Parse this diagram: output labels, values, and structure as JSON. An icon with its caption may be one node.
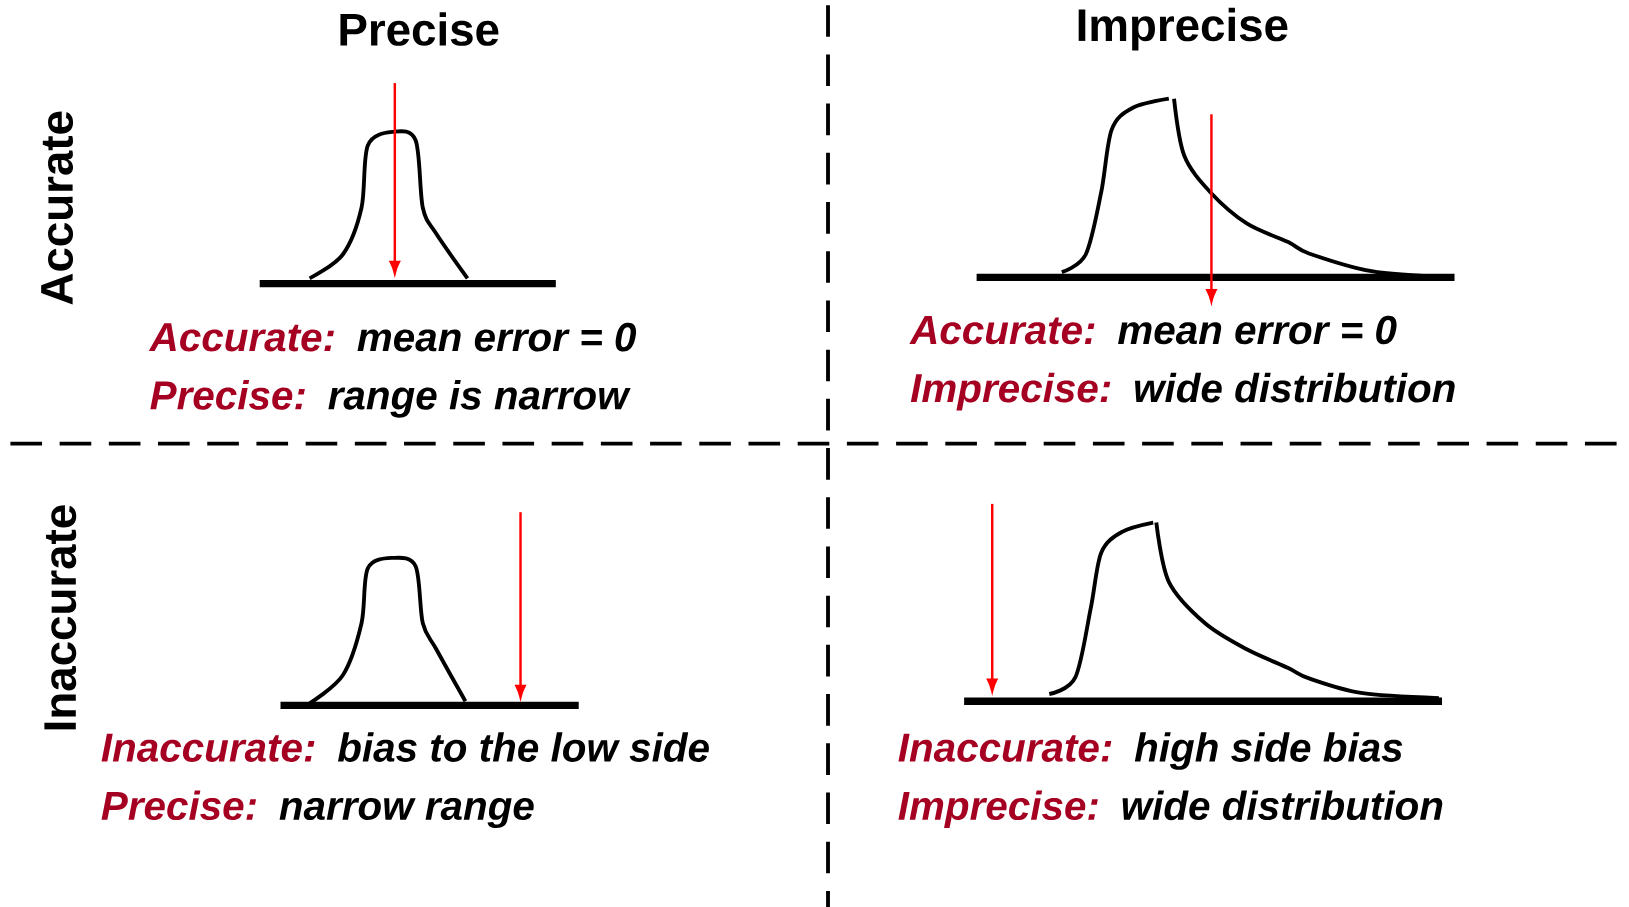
{
  "diagram": {
    "labels": [
      "Precise",
      "Imprecise",
      "Accurate",
      "Accurate:",
      "mean error = 0",
      "Precise:",
      "range is narrow",
      "Accurate:",
      "mean error = 0",
      "Imprecise:",
      "wide distribution",
      "Inaccurate",
      "Inaccurate:",
      "bias to the low side",
      "Precise:",
      "narrow range",
      "Inaccurate:",
      "high side bias",
      "Imprecise:",
      "wide distribution"
    ]
  }
}
